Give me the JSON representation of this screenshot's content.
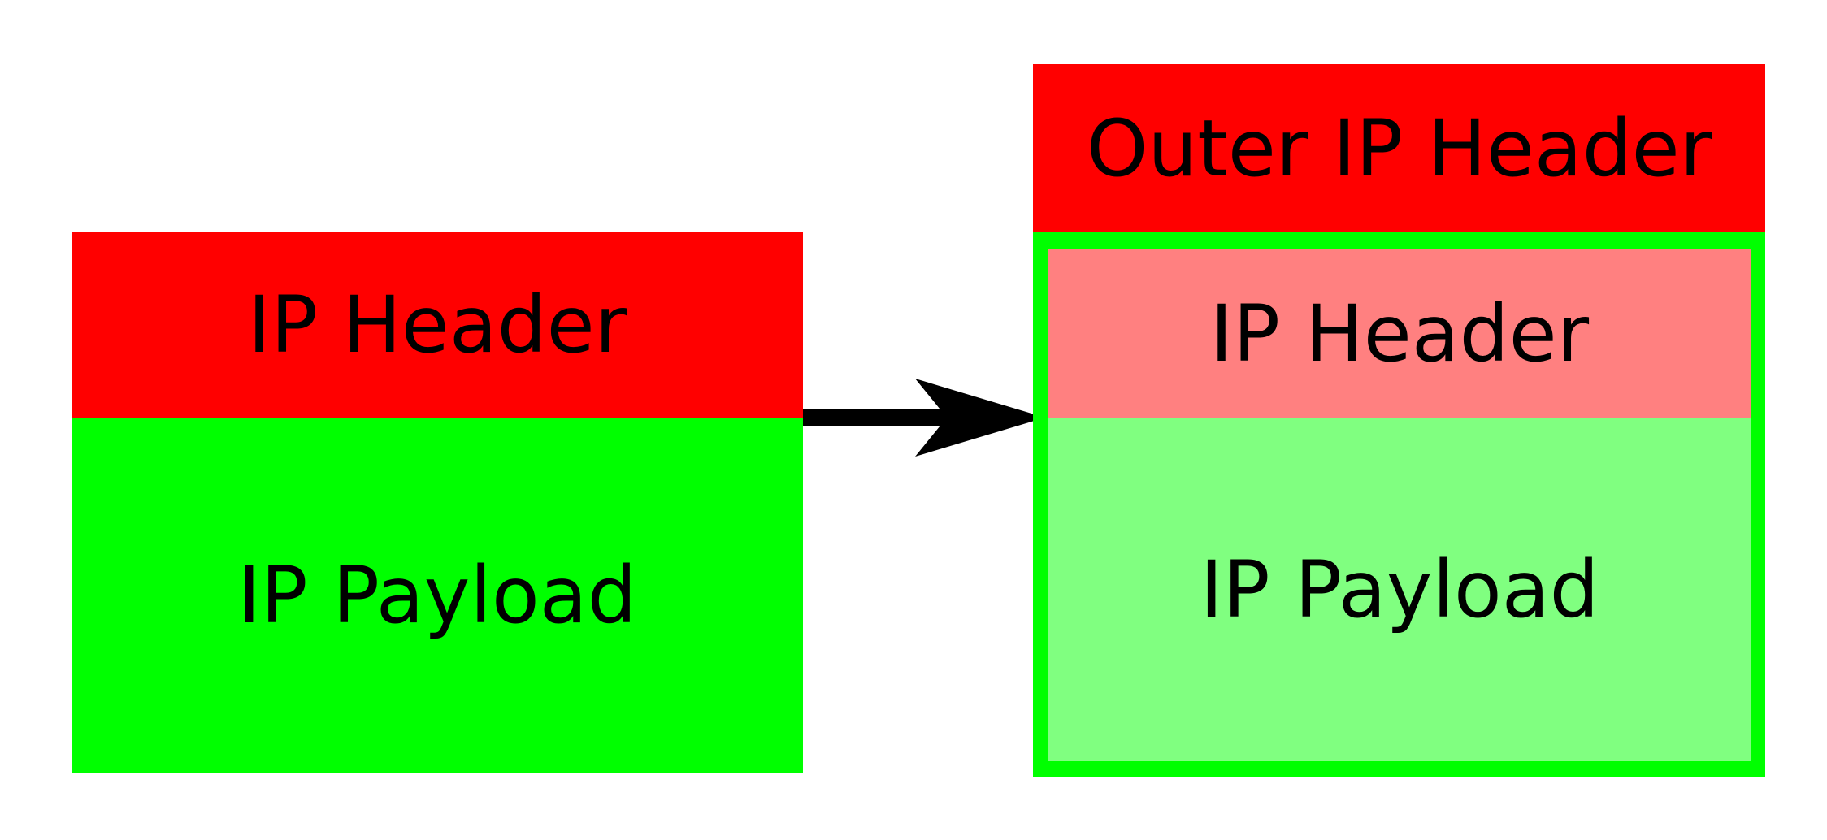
{
  "colors": {
    "header_red": "#ff0000",
    "payload_green": "#00ff00",
    "inner_header_salmon": "#ff8080",
    "inner_payload_light_green": "#80ff80",
    "arrow_black": "#000000",
    "text_black": "#000000",
    "background_white": "#ffffff"
  },
  "original_packet": {
    "header_label": "IP Header",
    "payload_label": "IP Payload"
  },
  "arrow": {
    "icon": "right-arrow"
  },
  "encapsulated_packet": {
    "outer_header_label": "Outer IP Header",
    "inner_header_label": "IP Header",
    "inner_payload_label": "IP Payload"
  }
}
